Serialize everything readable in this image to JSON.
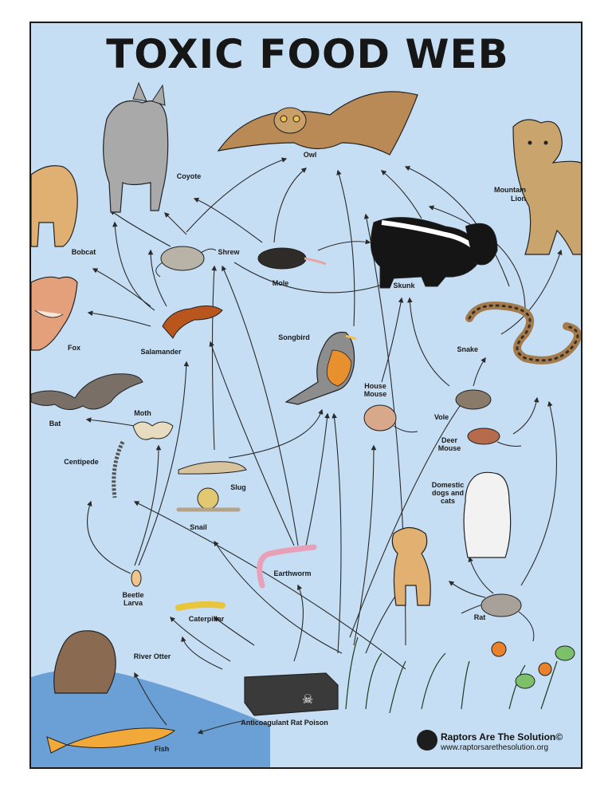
{
  "title": "TOXIC FOOD WEB",
  "organisms": {
    "owl": "Owl",
    "coyote": "Coyote",
    "mountain_lion": [
      "Mountain",
      "Lion"
    ],
    "bobcat": "Bobcat",
    "shrew": "Shrew",
    "mole": "Mole",
    "skunk": "Skunk",
    "fox": "Fox",
    "salamander": "Salamander",
    "songbird": "Songbird",
    "snake": "Snake",
    "house_mouse": [
      "House",
      "Mouse"
    ],
    "bat": "Bat",
    "moth": "Moth",
    "vole": "Vole",
    "deer_mouse": [
      "Deer",
      "Mouse"
    ],
    "centipede": "Centipede",
    "slug": "Slug",
    "domestic": [
      "Domestic",
      "dogs and",
      "cats"
    ],
    "snail": "Snail",
    "earthworm": "Earthworm",
    "beetle_larva": [
      "Beetle",
      "Larva"
    ],
    "caterpillar": "Caterpillar",
    "rat": "Rat",
    "river_otter": "River Otter",
    "poison": "Anticoagulant Rat Poison",
    "fish": "Fish"
  },
  "poison_label": "☠",
  "brand": {
    "name": "Raptors Are The Solution©",
    "url": "www.raptorsarethesolution.org"
  },
  "colors": {
    "background": "#c5def4",
    "water": "#6aa0d6",
    "arrow": "#2a2a2a",
    "owl": "#b98a55",
    "coyote": "#a9a9a9",
    "lion": "#c9a46c",
    "songbird_breast": "#e8902e"
  }
}
